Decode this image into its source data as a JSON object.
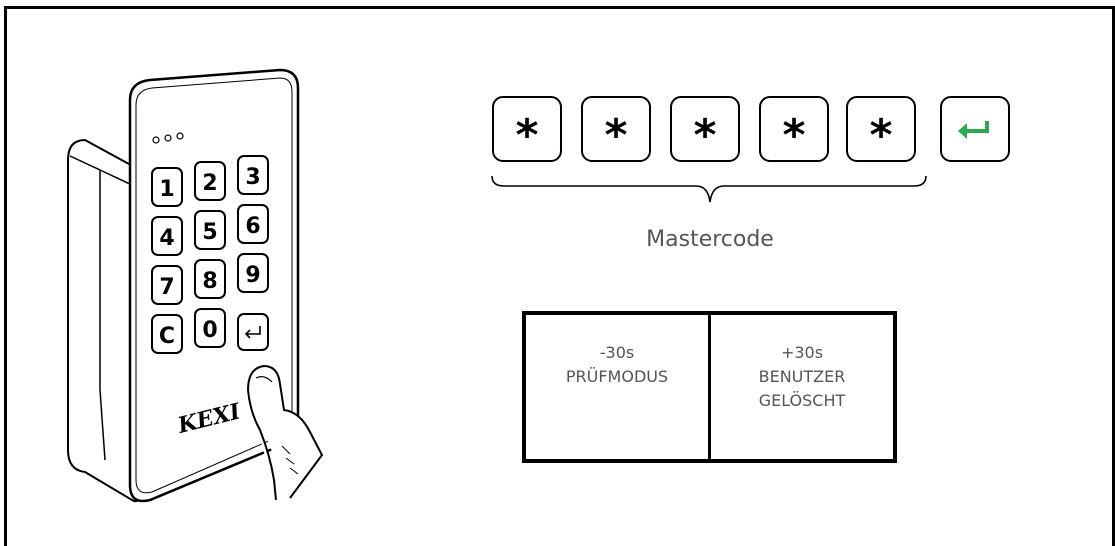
{
  "device": {
    "keypad": [
      "1",
      "2",
      "3",
      "4",
      "5",
      "6",
      "7",
      "8",
      "9",
      "C",
      "0"
    ],
    "brand": "KEXI"
  },
  "sequence": {
    "keys": [
      "*",
      "*",
      "*",
      "*",
      "*"
    ],
    "enter_icon": "enter-arrow-icon",
    "enter_color": "#2bab4e"
  },
  "brace_label": "Mastercode",
  "table": {
    "left": {
      "line1": "-30s",
      "line2": "PRÜFMODUS"
    },
    "right": {
      "line1": "+30s",
      "line2": "BENUTZER",
      "line3": "GELÖSCHT"
    }
  }
}
